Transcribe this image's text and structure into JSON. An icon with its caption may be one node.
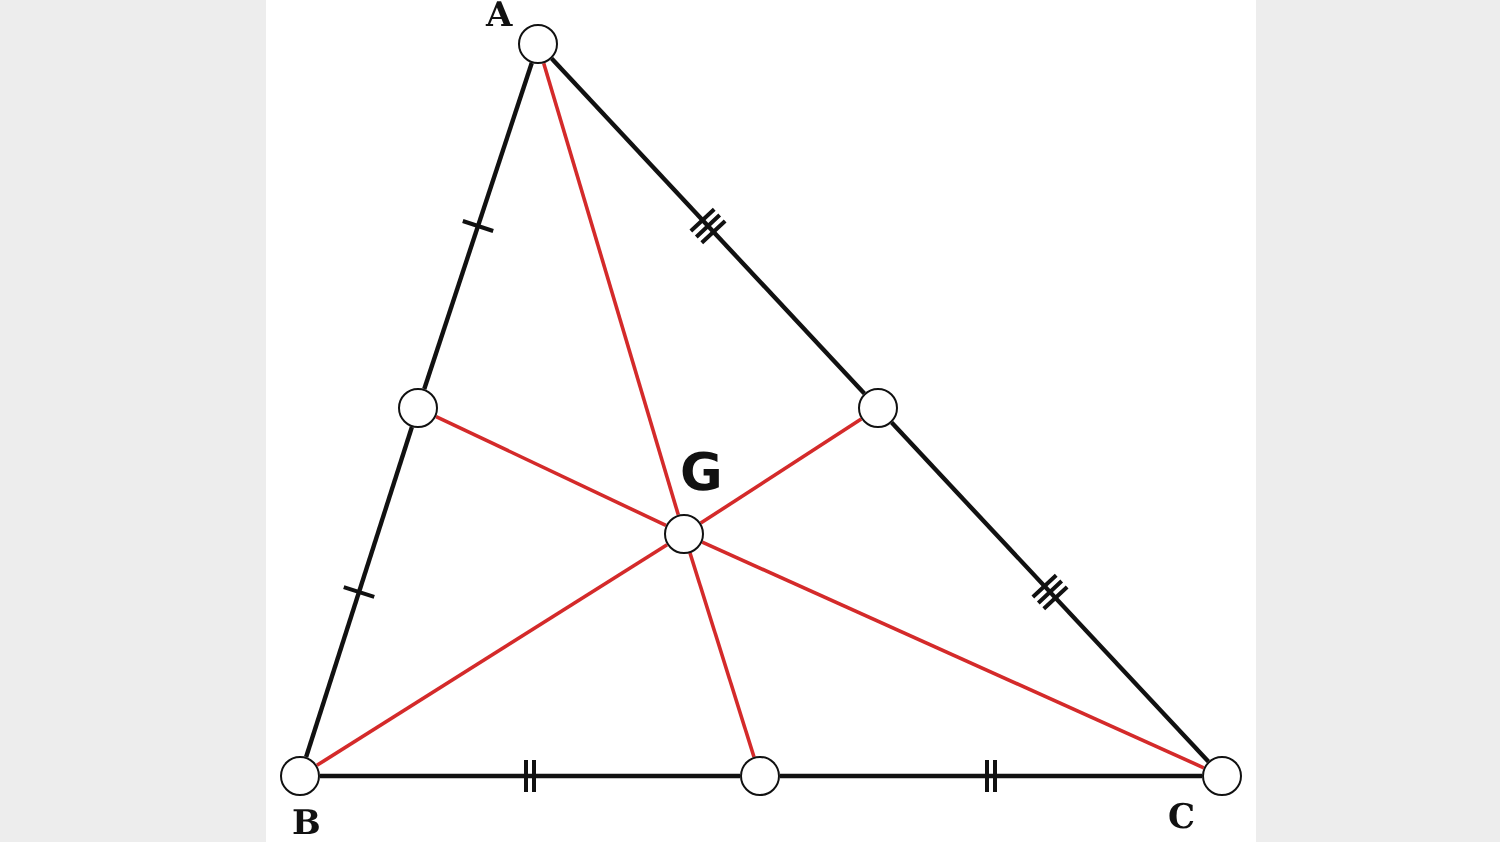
{
  "diagram": {
    "nodes": [
      {
        "text": [],
        "shape": "circle"
      },
      {
        "text": [],
        "shape": "circle"
      },
      {
        "text": [],
        "shape": "circle"
      },
      {
        "text": [],
        "shape": "circle"
      },
      {
        "text": [],
        "shape": "circle"
      },
      {
        "text": [],
        "shape": "circle"
      },
      {
        "text": [],
        "shape": "circle"
      }
    ],
    "edges": [
      {
        "from": 0,
        "to": 1,
        "arrow": "none"
      },
      {
        "from": 1,
        "to": 4,
        "arrow": "none"
      },
      {
        "from": 4,
        "to": 5,
        "arrow": "none"
      },
      {
        "from": 5,
        "to": 6,
        "arrow": "none"
      },
      {
        "from": 6,
        "to": 2,
        "arrow": "none"
      },
      {
        "from": 2,
        "to": 0,
        "arrow": "none"
      },
      {
        "from": 0,
        "to": 3,
        "arrow": "none",
        "color": "#d42a2a"
      },
      {
        "from": 3,
        "to": 5,
        "arrow": "none",
        "color": "#d42a2a"
      },
      {
        "from": 4,
        "to": 3,
        "arrow": "none",
        "color": "#d42a2a"
      },
      {
        "from": 3,
        "to": 2,
        "arrow": "none",
        "color": "#d42a2a"
      },
      {
        "from": 6,
        "to": 3,
        "arrow": "none",
        "color": "#d42a2a"
      },
      {
        "from": 3,
        "to": 1,
        "arrow": "none",
        "color": "#d42a2a"
      }
    ],
    "labels": [
      "A",
      "G",
      "B",
      "C"
    ]
  }
}
